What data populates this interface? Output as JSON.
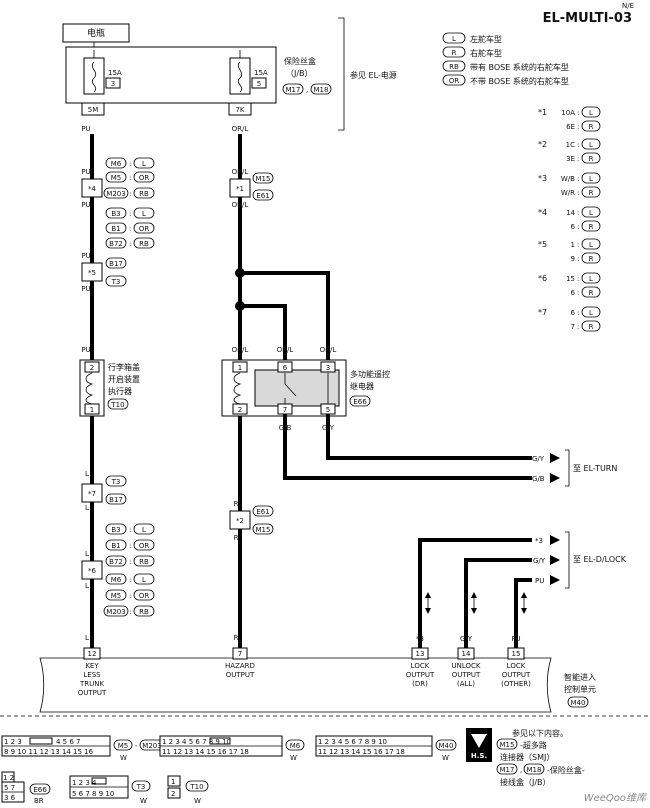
{
  "header": {
    "title": "EL-MULTI-03",
    "corner": "N/E"
  },
  "battery": {
    "label": "电瓶"
  },
  "fuse_box": {
    "label_line1": "保险丝盒",
    "label_line2": "（J/B）",
    "connector_a": "M17",
    "connector_b": "M18",
    "ref": "参见 EL-电源",
    "fuse1": {
      "amp": "15A",
      "num": "3",
      "terminal": "5M"
    },
    "fuse2": {
      "amp": "15A",
      "num": "5",
      "terminal": "7K"
    }
  },
  "legend": [
    {
      "code": "L",
      "text": "左舵车型"
    },
    {
      "code": "R",
      "text": "右舵车型"
    },
    {
      "code": "RB",
      "text": "带有 BOSE 系统的右舵车型"
    },
    {
      "code": "OR",
      "text": "不带 BOSE 系统的右舵车型"
    }
  ],
  "star_table": [
    {
      "star": "*1",
      "rows": [
        {
          "v": "10A",
          "c": "L"
        },
        {
          "v": "6E",
          "c": "R"
        }
      ]
    },
    {
      "star": "*2",
      "rows": [
        {
          "v": "1C",
          "c": "L"
        },
        {
          "v": "3E",
          "c": "R"
        }
      ]
    },
    {
      "star": "*3",
      "rows": [
        {
          "v": "W/B",
          "c": "L"
        },
        {
          "v": "W/R",
          "c": "R"
        }
      ]
    },
    {
      "star": "*4",
      "rows": [
        {
          "v": "14",
          "c": "L"
        },
        {
          "v": "6",
          "c": "R"
        }
      ]
    },
    {
      "star": "*5",
      "rows": [
        {
          "v": "1",
          "c": "L"
        },
        {
          "v": "9",
          "c": "R"
        }
      ]
    },
    {
      "star": "*6",
      "rows": [
        {
          "v": "15",
          "c": "L"
        },
        {
          "v": "6",
          "c": "R"
        }
      ]
    },
    {
      "star": "*7",
      "rows": [
        {
          "v": "6",
          "c": "L"
        },
        {
          "v": "7",
          "c": "R"
        }
      ]
    }
  ],
  "left_chain": {
    "wire_pu": "PU",
    "j4": {
      "star": "*4",
      "tags": [
        {
          "conn": "M6",
          "c": "L"
        },
        {
          "conn": "M5",
          "c": "OR"
        },
        {
          "conn": "M203",
          "c": "RB"
        },
        {
          "conn": "B3",
          "c": "L"
        },
        {
          "conn": "B1",
          "c": "OR"
        },
        {
          "conn": "B72",
          "c": "RB"
        }
      ]
    },
    "j5": {
      "star": "*5",
      "conn1": "B17",
      "conn2": "T3"
    },
    "actuator": {
      "line1": "行李箱盖",
      "line2": "开启装置",
      "line3": "执行器",
      "conn": "T10",
      "pin_top": "2",
      "pin_bottom": "1"
    },
    "wire_l": "L",
    "j7": {
      "star": "*7",
      "conn1": "T3",
      "conn2": "B17"
    },
    "j6": {
      "star": "*6",
      "tags": [
        {
          "conn": "B3",
          "c": "L"
        },
        {
          "conn": "B1",
          "c": "OR"
        },
        {
          "conn": "B72",
          "c": "RB"
        },
        {
          "conn": "M6",
          "c": "L"
        },
        {
          "conn": "M5",
          "c": "OR"
        },
        {
          "conn": "M203",
          "c": "RB"
        }
      ]
    }
  },
  "mid_chain": {
    "wire_orl": "OR/L",
    "j1": {
      "star": "*1",
      "conn1": "M15",
      "conn2": "E61"
    },
    "wire_r": "R",
    "j2": {
      "star": "*2",
      "conn1": "E61",
      "conn2": "M15"
    }
  },
  "relay": {
    "line1": "多功能遥控",
    "line2": "继电器",
    "conn": "E66",
    "pins_top": [
      "1",
      "6",
      "3"
    ],
    "pins_bottom": [
      "2",
      "7",
      "5"
    ],
    "wire_gb": "G/B",
    "wire_gy": "G/Y"
  },
  "turn": {
    "label": "至 EL-TURN",
    "wire1": "G/Y",
    "wire2": "G/B"
  },
  "dlock": {
    "label": "至 EL-D/LOCK",
    "wire1": "*3",
    "wire2": "G/Y",
    "wire3": "PU"
  },
  "ecu": {
    "label_line1": "智能进入",
    "label_line2": "控制单元",
    "conn": "M40",
    "pins": [
      {
        "num": "12",
        "wire": "L",
        "l1": "KEY",
        "l2": "LESS",
        "l3": "TRUNK",
        "l4": "OUTPUT"
      },
      {
        "num": "7",
        "wire": "R",
        "l1": "HAZARD",
        "l2": "OUTPUT",
        "l3": "",
        "l4": ""
      },
      {
        "num": "13",
        "wire": "*3",
        "l1": "LOCK",
        "l2": "OUTPUT",
        "l3": "(DR)",
        "l4": ""
      },
      {
        "num": "14",
        "wire": "G/Y",
        "l1": "UNLOCK",
        "l2": "OUTPUT",
        "l3": "(ALL)",
        "l4": ""
      },
      {
        "num": "15",
        "wire": "PU",
        "l1": "LOCK",
        "l2": "OUTPUT",
        "l3": "(OTHER)",
        "l4": ""
      }
    ]
  },
  "connectors_row": {
    "c1": {
      "pins1": "1 2 3",
      "pins2": "4 5 6 7",
      "pins3": "8 9 10 11 12 13 14 15 16",
      "name1": "M5",
      "name2": "M203",
      "color": "W"
    },
    "c2": {
      "pins1": "1 2 3 4 5 6 7 8 9 10",
      "pins2": "11 12 13 14 15 16 17 18",
      "name": "M6",
      "color": "W"
    },
    "c3": {
      "pins1": "1 2 3 4 5 6 7 8 9 10",
      "pins2": "11 12 13 14 15 16 17 18",
      "name": "M40",
      "color": "W"
    },
    "hs": "H.S.",
    "ref1": "参见以下内容。",
    "ref2": "-超多路",
    "ref2_conn": "M15",
    "ref3": "连接器（SMJ）",
    "ref4": "-保险丝盒-",
    "ref4_conn1": "M17",
    "ref4_conn2": "M18",
    "ref5": "接线盒（J/B）"
  },
  "bottom_connectors": {
    "e66": {
      "name": "E66",
      "color": "BR",
      "pins1": "1 2",
      "pins2": "5 7",
      "pins3": "3 6"
    },
    "t3": {
      "name": "T3",
      "color": "W",
      "pins1": "1 2 3 4",
      "pins2": "5 6 7 8 9 10"
    },
    "t10": {
      "name": "T10",
      "color": "W",
      "pins1": "1",
      "pins2": "2"
    }
  },
  "watermark": "WeeQoo维库"
}
